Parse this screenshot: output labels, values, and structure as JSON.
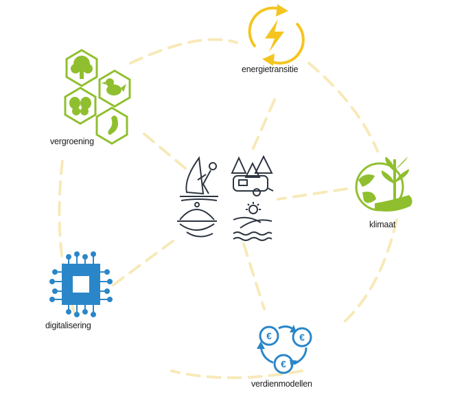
{
  "labels": {
    "energy": "energietransitie",
    "greening": "vergroening",
    "climate": "klimaat",
    "digital": "digitalisering",
    "revenue": "verdienmodellen"
  },
  "icons": {
    "energy": "lightning-cycle-icon",
    "greening": "nature-hexagons-icon",
    "climate": "globe-plant-icon",
    "digital": "microchip-icon",
    "revenue": "euro-cycle-icon",
    "center": [
      "windsurfer-icon",
      "caravan-forest-icon",
      "food-cloche-icon",
      "sun-landscape-icon"
    ]
  },
  "colors": {
    "ring": "#f7e9b8",
    "energy": "#f4c51e",
    "green": "#8fbf2e",
    "blue": "#2a86c8",
    "dark": "#2c3440"
  }
}
